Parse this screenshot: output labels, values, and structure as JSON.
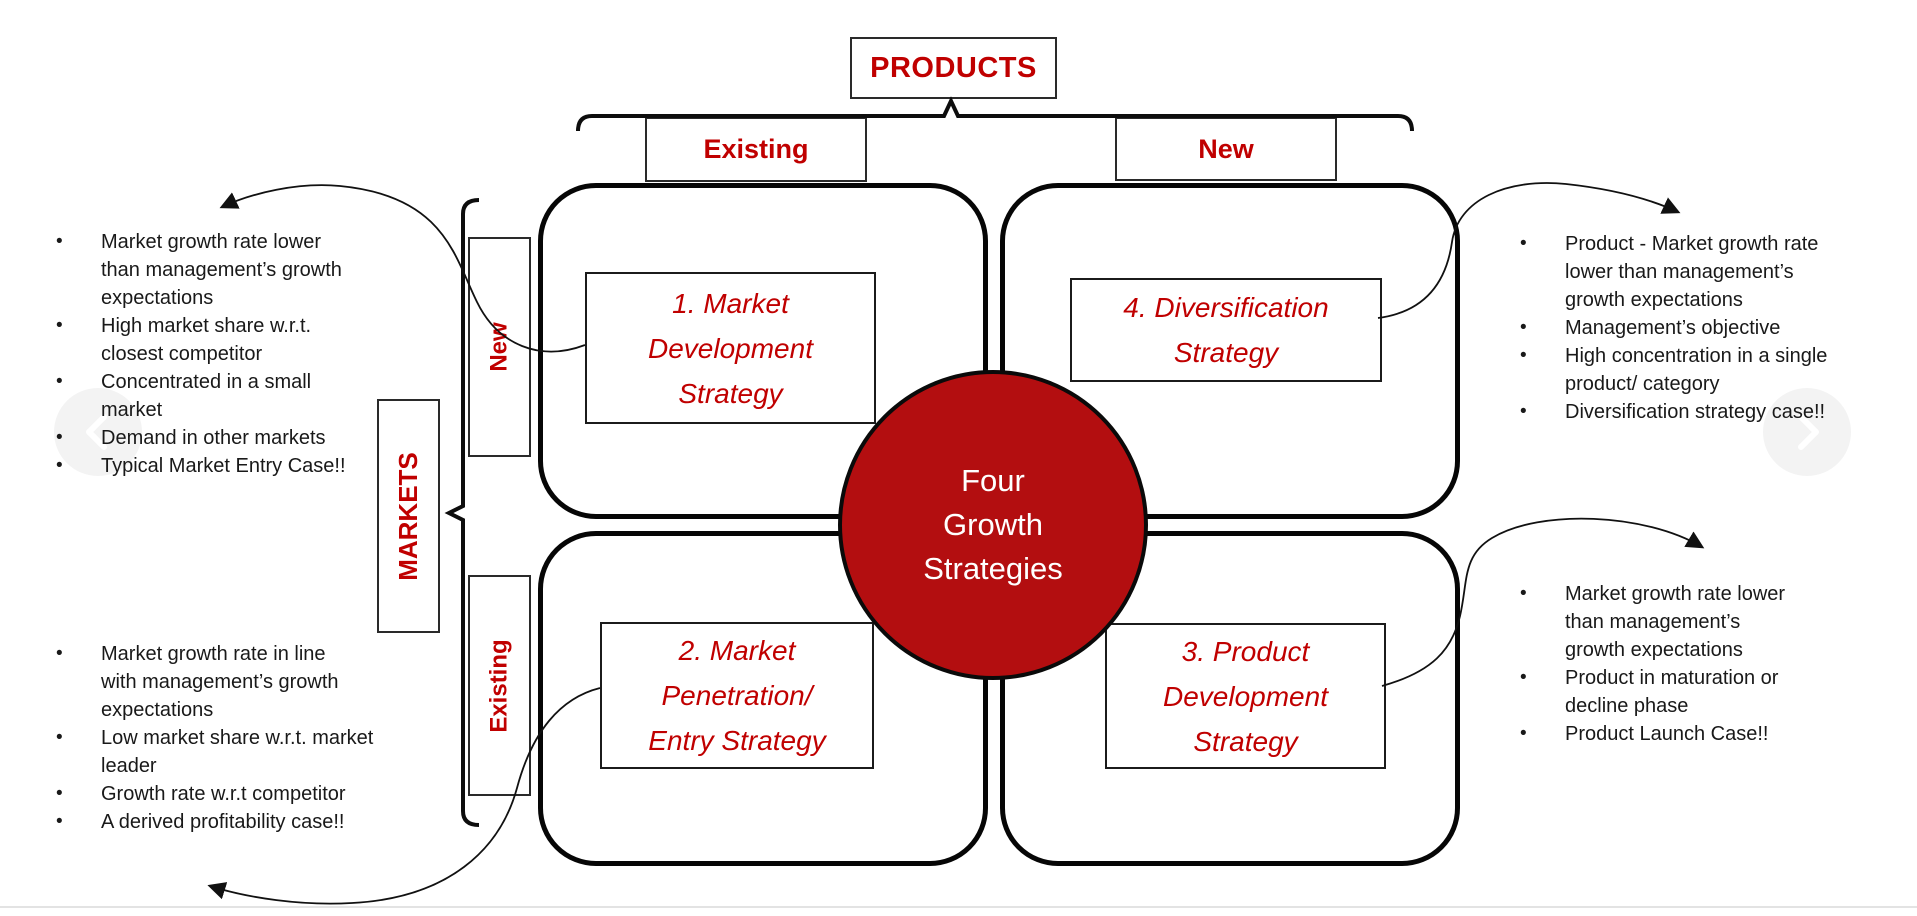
{
  "colors": {
    "accent_red": "#C00000",
    "circle_fill": "#B30E10",
    "stroke_black": "#0a0a0a"
  },
  "bullet_glyph": "•",
  "products_axis": {
    "title": "PRODUCTS",
    "columns": [
      "Existing",
      "New"
    ]
  },
  "markets_axis": {
    "title": "MARKETS",
    "rows": [
      "New",
      "Existing"
    ]
  },
  "center_circle": {
    "lines": [
      "Four",
      "Growth",
      "Strategies"
    ]
  },
  "quadrants": [
    {
      "name": "market-development-strategy",
      "label_lines": [
        "1. Market",
        "Development",
        "Strategy"
      ]
    },
    {
      "name": "market-penetration-entry-strategy",
      "label_lines": [
        "2. Market",
        "Penetration/",
        "Entry Strategy"
      ]
    },
    {
      "name": "product-development-strategy",
      "label_lines": [
        "3. Product",
        "Development",
        "Strategy"
      ]
    },
    {
      "name": "diversification-strategy",
      "label_lines": [
        "4. Diversification",
        "Strategy"
      ]
    }
  ],
  "annotations": {
    "top_left": {
      "items": [
        {
          "lines": [
            "Market growth rate lower",
            "than management’s growth",
            "expectations"
          ]
        },
        {
          "lines": [
            "High market share w.r.t.",
            "closest competitor"
          ]
        },
        {
          "lines": [
            "Concentrated in a small",
            "market"
          ]
        },
        {
          "lines": [
            "Demand in other markets"
          ]
        },
        {
          "lines": [
            "Typical Market Entry Case!!"
          ]
        }
      ]
    },
    "bottom_left": {
      "items": [
        {
          "lines": [
            "Market growth rate in line",
            "with management’s growth",
            "expectations"
          ]
        },
        {
          "lines": [
            "Low market share w.r.t. market",
            "leader"
          ]
        },
        {
          "lines": [
            "Growth rate w.r.t competitor"
          ]
        },
        {
          "lines": [
            "A derived profitability case!!"
          ]
        }
      ]
    },
    "top_right": {
      "items": [
        {
          "lines": [
            "Product - Market growth rate",
            "lower than management’s",
            "growth expectations"
          ]
        },
        {
          "lines": [
            "Management’s objective"
          ]
        },
        {
          "lines": [
            "High concentration in a single",
            "product/ category"
          ]
        },
        {
          "lines": [
            "Diversification strategy case!!"
          ]
        }
      ]
    },
    "bottom_right": {
      "items": [
        {
          "lines": [
            "Market growth rate lower",
            "than management’s",
            "growth expectations"
          ]
        },
        {
          "lines": [
            "Product in maturation or",
            "decline phase"
          ]
        },
        {
          "lines": [
            "Product Launch Case!!"
          ]
        }
      ]
    }
  },
  "nav": {
    "prev_icon": "chevron-left",
    "next_icon": "chevron-right"
  }
}
